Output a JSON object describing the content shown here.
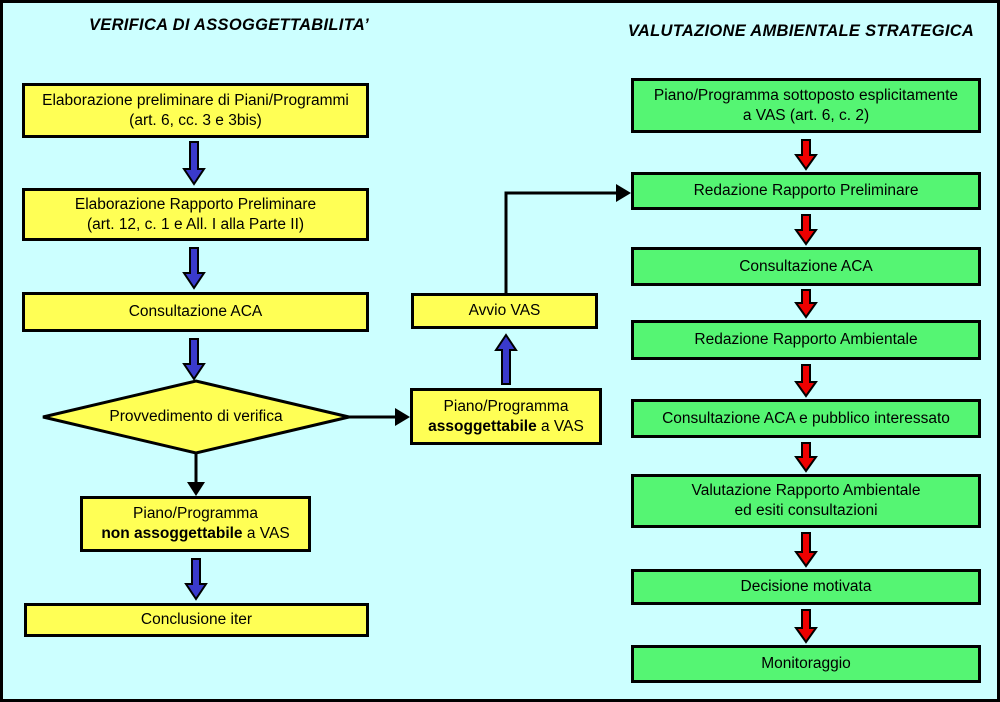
{
  "colors": {
    "background": "#CCFFFF",
    "box_yellow": "#FFFF55",
    "box_green": "#55F573",
    "arrow_blue": "#3A3ACC",
    "arrow_red": "#EE0000",
    "border": "#000000"
  },
  "left": {
    "title": "VERIFICA DI ASSOGGETTABILITA’",
    "boxes": {
      "elab_preliminare": {
        "line1": "Elaborazione preliminare di Piani/Programmi",
        "line2": "(art. 6, cc. 3 e 3bis)"
      },
      "elab_rapporto": {
        "line1": "Elaborazione Rapporto Preliminare",
        "line2": "(art. 12, c. 1 e All. I alla Parte II)"
      },
      "consultazione_aca": {
        "label": "Consultazione ACA"
      },
      "decisione": {
        "label": "Provvedimento di verifica"
      },
      "non_assoggettabile": {
        "line1": "Piano/Programma",
        "bold": "non assoggettabile",
        "rest": " a VAS"
      },
      "conclusione": {
        "label": "Conclusione iter"
      }
    }
  },
  "middle": {
    "avvio": {
      "label": "Avvio VAS"
    },
    "assoggettabile": {
      "line1": "Piano/Programma",
      "bold": "assoggettabile",
      "rest": " a VAS"
    }
  },
  "right": {
    "title": "VALUTAZIONE AMBIENTALE STRATEGICA",
    "boxes": {
      "sottoposto": {
        "line1": "Piano/Programma sottoposto esplicitamente",
        "line2": "a VAS (art. 6, c. 2)"
      },
      "redazione_preliminare": {
        "label": "Redazione Rapporto Preliminare"
      },
      "consultazione_aca": {
        "label": "Consultazione ACA"
      },
      "redazione_ambientale": {
        "label": "Redazione Rapporto Ambientale"
      },
      "consultazione_pubblico": {
        "label": "Consultazione ACA e pubblico interessato"
      },
      "valutazione_rapporto": {
        "line1": "Valutazione Rapporto Ambientale",
        "line2": "ed esiti consultazioni"
      },
      "decisione_motivata": {
        "label": "Decisione motivata"
      },
      "monitoraggio": {
        "label": "Monitoraggio"
      }
    }
  }
}
